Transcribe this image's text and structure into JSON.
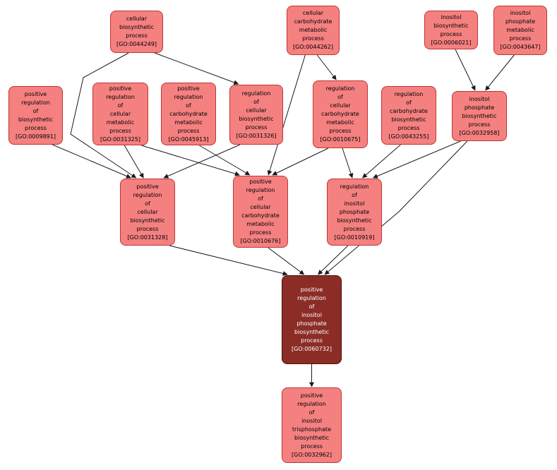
{
  "diagram": {
    "kind": "gene-ontology-term-graph",
    "focus_term": "GO:0060732"
  },
  "colors": {
    "background": "#ffffff",
    "node_fill": "#f58080",
    "node_border": "#c03434",
    "highlight_fill": "#8b2d26",
    "highlight_text": "#ffffff",
    "edge": "#1a1a1a"
  },
  "nodes": [
    {
      "go_id": "GO:0044249",
      "term": "cellular biosynthetic process",
      "text": "cellular\nbiosynthetic\nprocess\n[GO:0044249]",
      "highlighted": false
    },
    {
      "go_id": "GO:0044262",
      "term": "cellular carbohydrate metabolic process",
      "text": "cellular\ncarbohydrate\nmetabolic\nprocess\n[GO:0044262]",
      "highlighted": false
    },
    {
      "go_id": "GO:0006021",
      "term": "inositol biosynthetic process",
      "text": "inositol\nbiosynthetic\nprocess\n[GO:0006021]",
      "highlighted": false
    },
    {
      "go_id": "GO:0043647",
      "term": "inositol phosphate metabolic process",
      "text": "inositol\nphosphate\nmetabolic\nprocess\n[GO:0043647]",
      "highlighted": false
    },
    {
      "go_id": "GO:0009891",
      "term": "positive regulation of biosynthetic process",
      "text": "positive\nregulation\nof\nbiosynthetic\nprocess\n[GO:0009891]",
      "highlighted": false
    },
    {
      "go_id": "GO:0031325",
      "term": "positive regulation of cellular metabolic process",
      "text": "positive\nregulation\nof\ncellular\nmetabolic\nprocess\n[GO:0031325]",
      "highlighted": false
    },
    {
      "go_id": "GO:0045913",
      "term": "positive regulation of carbohydrate metabolic process",
      "text": "positive\nregulation\nof\ncarbohydrate\nmetabolic\nprocess\n[GO:0045913]",
      "highlighted": false
    },
    {
      "go_id": "GO:0031326",
      "term": "regulation of cellular biosynthetic process",
      "text": "regulation\nof\ncellular\nbiosynthetic\nprocess\n[GO:0031326]",
      "highlighted": false
    },
    {
      "go_id": "GO:0010675",
      "term": "regulation of cellular carbohydrate metabolic process",
      "text": "regulation\nof\ncellular\ncarbohydrate\nmetabolic\nprocess\n[GO:0010675]",
      "highlighted": false
    },
    {
      "go_id": "GO:0043255",
      "term": "regulation of carbohydrate biosynthetic process",
      "text": "regulation\nof\ncarbohydrate\nbiosynthetic\nprocess\n[GO:0043255]",
      "highlighted": false
    },
    {
      "go_id": "GO:0032958",
      "term": "inositol phosphate biosynthetic process",
      "text": "inositol\nphosphate\nbiosynthetic\nprocess\n[GO:0032958]",
      "highlighted": false
    },
    {
      "go_id": "GO:0031328",
      "term": "positive regulation of cellular biosynthetic process",
      "text": "positive\nregulation\nof\ncellular\nbiosynthetic\nprocess\n[GO:0031328]",
      "highlighted": false
    },
    {
      "go_id": "GO:0010676",
      "term": "positive regulation of cellular carbohydrate metabolic process",
      "text": "positive\nregulation\nof\ncellular\ncarbohydrate\nmetabolic\nprocess\n[GO:0010676]",
      "highlighted": false
    },
    {
      "go_id": "GO:0010919",
      "term": "regulation of inositol phosphate biosynthetic process",
      "text": "regulation\nof\ninositol\nphosphate\nbiosynthetic\nprocess\n[GO:0010919]",
      "highlighted": false
    },
    {
      "go_id": "GO:0060732",
      "term": "positive regulation of inositol phosphate biosynthetic process",
      "text": "positive\nregulation\nof\ninositol\nphosphate\nbiosynthetic\nprocess\n[GO:0060732]",
      "highlighted": true
    },
    {
      "go_id": "GO:0032962",
      "term": "positive regulation of inositol trisphosphate biosynthetic process",
      "text": "positive\nregulation\nof\ninositol\ntrisphosphate\nbiosynthetic\nprocess\n[GO:0032962]",
      "highlighted": false
    }
  ],
  "edges": [
    {
      "from": "GO:0044249",
      "to": "GO:0031326"
    },
    {
      "from": "GO:0044249",
      "to": "GO:0031328",
      "via": [
        [
          118,
          110
        ],
        [
          100,
          190
        ]
      ]
    },
    {
      "from": "GO:0044262",
      "to": "GO:0010675"
    },
    {
      "from": "GO:0044262",
      "to": "GO:0010676"
    },
    {
      "from": "GO:0006021",
      "to": "GO:0032958"
    },
    {
      "from": "GO:0043647",
      "to": "GO:0032958"
    },
    {
      "from": "GO:0009891",
      "to": "GO:0031328"
    },
    {
      "from": "GO:0031325",
      "to": "GO:0031328"
    },
    {
      "from": "GO:0031325",
      "to": "GO:0010676"
    },
    {
      "from": "GO:0045913",
      "to": "GO:0010676"
    },
    {
      "from": "GO:0031326",
      "to": "GO:0031328"
    },
    {
      "from": "GO:0010675",
      "to": "GO:0010676"
    },
    {
      "from": "GO:0010675",
      "to": "GO:0010919"
    },
    {
      "from": "GO:0043255",
      "to": "GO:0010919"
    },
    {
      "from": "GO:0032958",
      "to": "GO:0010919"
    },
    {
      "from": "GO:0032958",
      "to": "GO:0060732",
      "via": [
        [
          565,
          300
        ]
      ]
    },
    {
      "from": "GO:0031328",
      "to": "GO:0060732"
    },
    {
      "from": "GO:0010676",
      "to": "GO:0060732"
    },
    {
      "from": "GO:0010919",
      "to": "GO:0060732"
    },
    {
      "from": "GO:0060732",
      "to": "GO:0032962"
    }
  ]
}
